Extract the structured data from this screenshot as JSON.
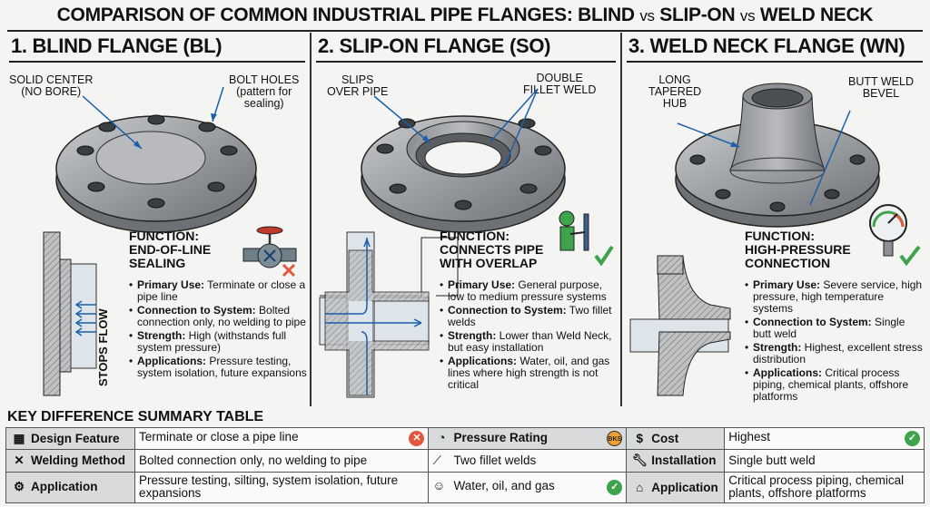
{
  "header": {
    "title_part1": "COMPARISON OF COMMON INDUSTRIAL PIPE FLANGES: BLIND",
    "vs1": "vs",
    "title_part2": "SLIP-ON",
    "vs2": "vs",
    "title_part3": "WELD NECK"
  },
  "panels": [
    {
      "title": "1. BLIND FLANGE (BL)",
      "callouts": [
        "SOLID CENTER\n(NO BORE)",
        "BOLT HOLES\n(pattern for\nsealing)"
      ],
      "function_title": "FUNCTION:\nEND-OF-LINE\nSEALING",
      "side_label": "STOPS FLOW",
      "bullets": [
        {
          "label": "Primary Use:",
          "text": " Terminate or close a pipe line"
        },
        {
          "label": "Connection to System:",
          "text": " Bolted connection only, no welding to pipe"
        },
        {
          "label": "Strength:",
          "text": " High (withstands full system pressure)"
        },
        {
          "label": "Applications:",
          "text": " Pressure testing, system isolation, future expansions"
        }
      ]
    },
    {
      "title": "2. SLIP-ON FLANGE (SO)",
      "callouts": [
        "SLIPS\nOVER PIPE",
        "DOUBLE\nFILLET WELD"
      ],
      "function_title": "FUNCTION:\nCONNECTS PIPE\nWITH OVERLAP",
      "bullets": [
        {
          "label": "Primary Use:",
          "text": " General purpose, low to medium pressure systems"
        },
        {
          "label": "Connection to System:",
          "text": " Two fillet welds"
        },
        {
          "label": "Strength:",
          "text": " Lower than Weld Neck, but easy installation"
        },
        {
          "label": "Applications:",
          "text": " Water, oil, and gas lines where high strength is not critical"
        }
      ]
    },
    {
      "title": "3. WELD NECK FLANGE (WN)",
      "callouts": [
        "LONG\nTAPERED\nHUB",
        "BUTT WELD\nBEVEL"
      ],
      "function_title": "FUNCTION:\nHIGH-PRESSURE\nCONNECTION",
      "bullets": [
        {
          "label": "Primary Use:",
          "text": " Severe service, high pressure, high temperature systems"
        },
        {
          "label": "Connection to System:",
          "text": " Single butt weld"
        },
        {
          "label": "Strength:",
          "text": " Highest, excellent stress distribution"
        },
        {
          "label": "Applications:",
          "text": " Critical process piping, chemical plants, offshore platforms"
        }
      ]
    }
  ],
  "summary": {
    "title": "KEY DIFFERENCE SUMMARY TABLE",
    "rows": [
      {
        "h1": "Design Feature",
        "i1": "grid-icon",
        "v1": "Terminate or close a pipe line",
        "b1": "✕",
        "h2": "Pressure Rating",
        "i2": "gauge-icon",
        "v2": "",
        "b2": "BKS",
        "h3": "Cost",
        "i3": "dollar-icon",
        "v3": "Highest",
        "b3": "✓"
      },
      {
        "h1": "Welding Method",
        "i1": "wrench-cross-icon",
        "v1": "Bolted connection only, no welding to pipe",
        "h2": "",
        "i2": "weld-torch-icon",
        "v2": "Two fillet welds",
        "h3": "Installation",
        "i3": "wrench-icon",
        "v3": "Single butt weld"
      },
      {
        "h1": "Application",
        "i1": "gear-icon",
        "v1": "Pressure testing, silting, system isolation, future expansions",
        "h2": "",
        "i2": "worker-icon",
        "v2": "Water, oil, and gas",
        "b2": "✓",
        "h3": "Application",
        "i3": "factory-icon",
        "v3": "Critical process piping, chemical plants, offshore platforms"
      }
    ]
  }
}
